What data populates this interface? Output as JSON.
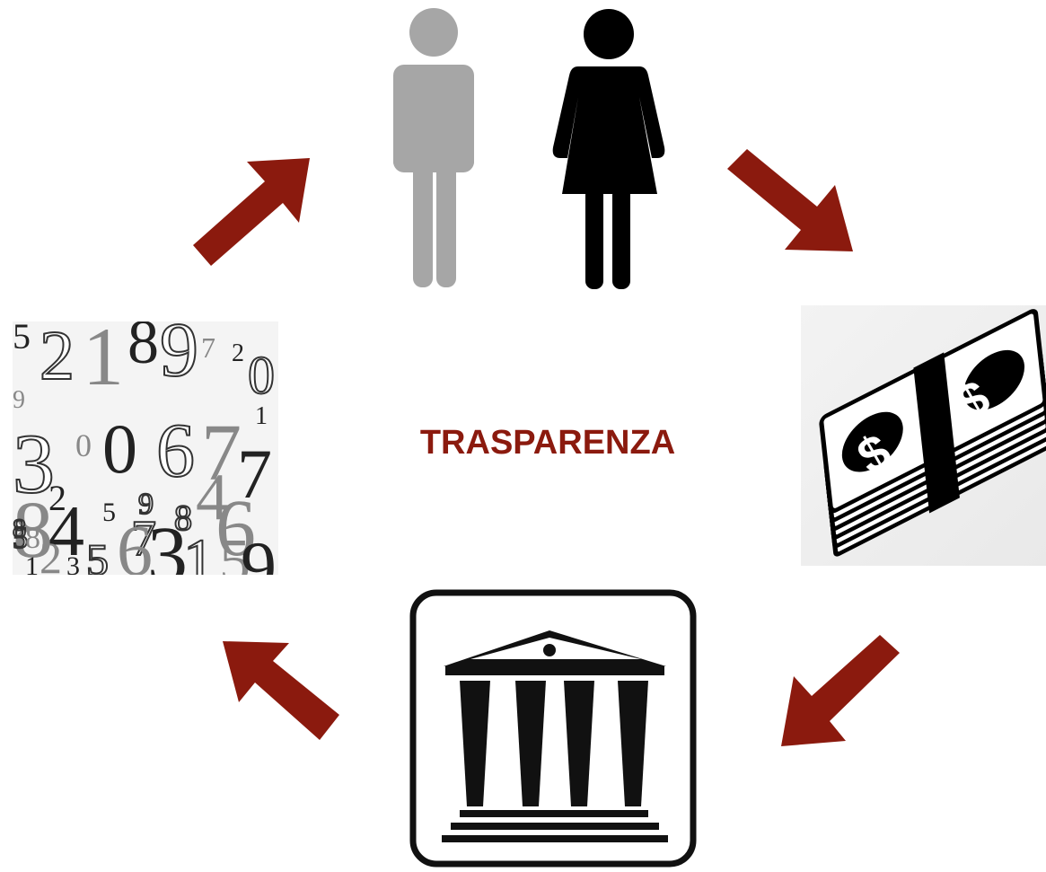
{
  "center": {
    "title": "TRASPARENZA"
  },
  "colors": {
    "arrow": "#8b1a0e",
    "title": "#8b1a0e",
    "man": "#a6a6a6",
    "woman": "#000000",
    "numbers_bg": "#f4f4f4"
  },
  "nodes": [
    {
      "id": "people",
      "icon": "man-woman-icon"
    },
    {
      "id": "money",
      "icon": "money-stack-icon"
    },
    {
      "id": "institution",
      "icon": "institution-building-icon"
    },
    {
      "id": "numbers",
      "icon": "numbers-collage-icon"
    }
  ],
  "numbers_digits": [
    "5",
    "2",
    "1",
    "8",
    "9",
    "7",
    "2",
    "0",
    "9",
    "1",
    "3",
    "0",
    "0",
    "6",
    "7",
    "5",
    "9",
    "8",
    "2",
    "8",
    "4",
    "7",
    "5",
    "8",
    "4",
    "7",
    "6",
    "1",
    "8",
    "2",
    "3",
    "5",
    "6",
    "3",
    "1",
    "5",
    "9"
  ]
}
